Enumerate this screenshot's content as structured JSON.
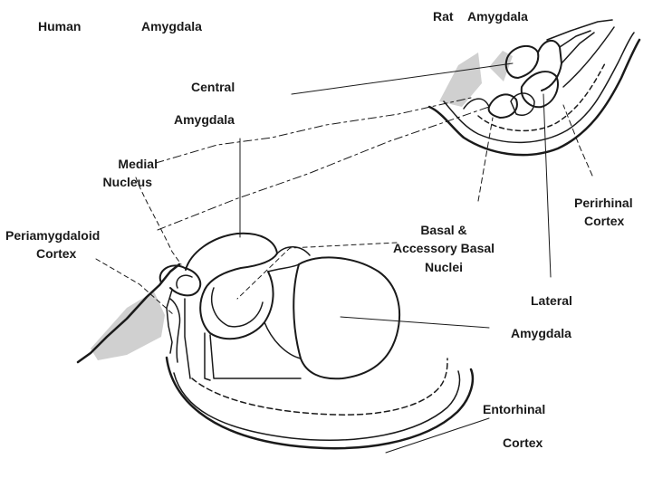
{
  "labels": {
    "human": "Human",
    "human_amygdala": "Amygdala",
    "rat": "Rat",
    "rat_amygdala": "Amygdala",
    "central_1": "Central",
    "central_2": "Amygdala",
    "medial_1": "Medial",
    "medial_2": "Nucleus",
    "peria_1": "Periamygdaloid",
    "peria_2": "Cortex",
    "basal_1": "Basal &",
    "basal_2": "Accessory Basal",
    "basal_3": "Nuclei",
    "perirhinal_1": "Perirhinal",
    "perirhinal_2": "Cortex",
    "lateral_1": "Lateral",
    "lateral_2": "Amygdala",
    "entorhinal_1": "Entorhinal",
    "entorhinal_2": "Cortex"
  },
  "colors": {
    "ink": "#1a1a1a",
    "shade": "#d0d0d0"
  }
}
